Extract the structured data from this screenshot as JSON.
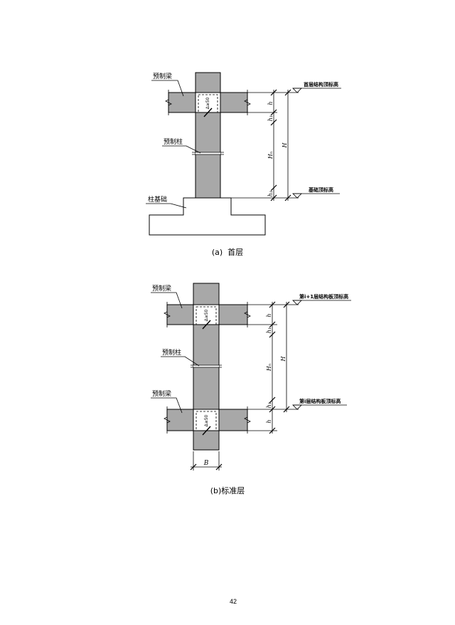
{
  "figure_a": {
    "caption": "(a)  首层",
    "precast_beam": "预制梁",
    "precast_column": "预制柱",
    "column_foundation": "柱基础",
    "elevation_top": "首层结构顶标高",
    "elevation_bottom": "基础顶标高",
    "joint_note": "Δ≥50",
    "dim_beam_height": "h",
    "dim_upper_segment": "h₁",
    "dim_clear_height": "Hₙ",
    "dim_lower_segment": "h₁",
    "dim_total_height": "H"
  },
  "figure_b": {
    "caption": "(b)标准层",
    "precast_beam_upper": "预制梁",
    "precast_column": "预制柱",
    "precast_beam_lower": "预制梁",
    "elevation_top": "第i+1层结构板顶标高",
    "elevation_bottom": "第i层结构板顶标高",
    "joint_note_upper": "Δ≥50",
    "joint_note_lower": "Δ≥50",
    "dim_upper_beam_height": "h",
    "dim_upper_segment": "h₁",
    "dim_clear_height": "Hₙ",
    "dim_lower_segment": "h₁",
    "dim_lower_beam_height": "h",
    "dim_total_height": "H",
    "dim_column_width": "B"
  },
  "page_number": "42",
  "colors": {
    "precast_fill": "#a8a8a8",
    "line": "#000000"
  }
}
